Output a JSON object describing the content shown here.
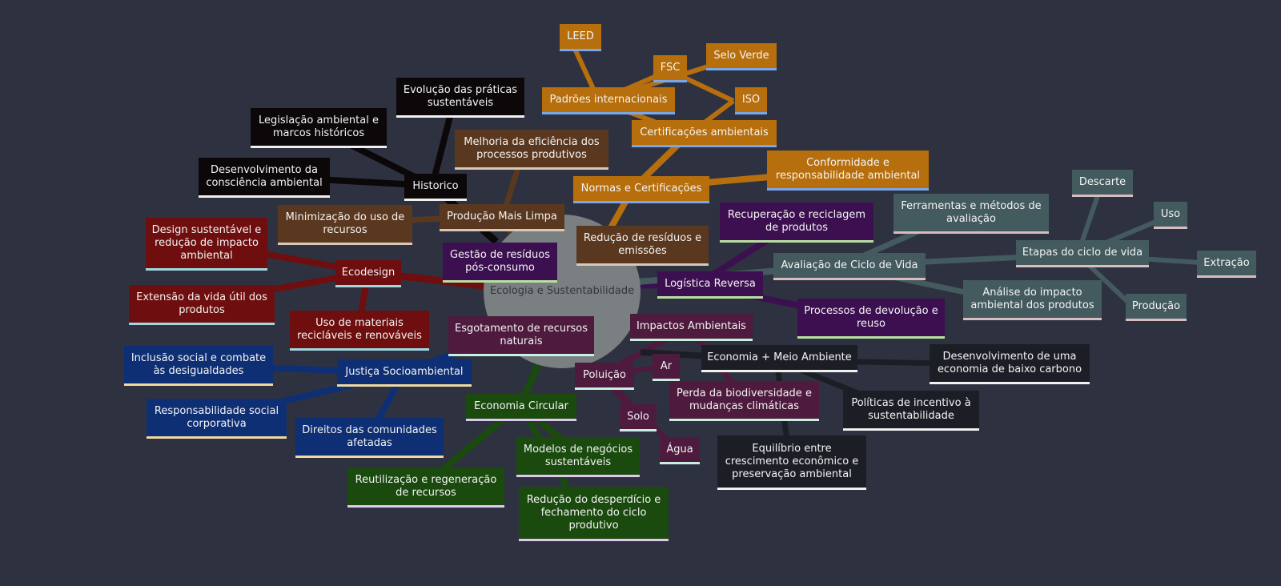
{
  "center": {
    "label": "Ecologia e Sustentabilidade"
  },
  "colors": {
    "background": "#2e3240",
    "center": "#7a7f82",
    "orange": "#b76e0c",
    "brown": "#5a3820",
    "black": "#0c0809",
    "red": "#6e0e0e",
    "purple": "#3c1050",
    "plum": "#4e1a3e",
    "blue": "#0e2f73",
    "green": "#1a4a0e",
    "slate": "#435a5f",
    "navy": "#1c1e26"
  },
  "nodes": {
    "normas": "Normas e Certificações",
    "padroes": "Padrões internacionais",
    "leed": "LEED",
    "fsc": "FSC",
    "selo_verde": "Selo Verde",
    "iso": "ISO",
    "certificacoes": "Certificações ambientais",
    "conformidade": "Conformidade e responsabilidade ambiental",
    "producao_limpa": "Produção Mais Limpa",
    "melhoria": "Melhoria da eficiência dos processos produtivos",
    "minimizacao": "Minimização do uso de recursos",
    "reducao_residuos": "Redução de resíduos e emissões",
    "historico": "Historico",
    "evolucao": "Evolução das práticas sustentáveis",
    "legislacao": "Legislação ambiental e marcos históricos",
    "desenvolvimento_consciencia": "Desenvolvimento da consciência ambiental",
    "ecodesign": "Ecodesign",
    "design_sustentavel": "Design sustentável e redução de impacto ambiental",
    "extensao": "Extensão da vida útil dos produtos",
    "uso_materiais": "Uso de materiais recicláveis e renováveis",
    "logistica": "Logística Reversa",
    "gestao_residuos": "Gestão de resíduos pós-consumo",
    "recuperacao": "Recuperação e reciclagem de produtos",
    "processos_devolucao": "Processos de devolução e reuso",
    "acv": "Avaliação de Ciclo de Vida",
    "ferramentas": "Ferramentas e métodos de avaliação",
    "analise_impacto": "Análise do impacto ambiental dos produtos",
    "etapas": "Etapas do ciclo de vida",
    "descarte": "Descarte",
    "uso": "Uso",
    "extracao": "Extração",
    "producao": "Produção",
    "impactos": "Impactos Ambientais",
    "esgotamento": "Esgotamento de recursos naturais",
    "poluicao": "Poluição",
    "ar": "Ar",
    "solo": "Solo",
    "agua": "Água",
    "perda_biodiversidade": "Perda da biodiversidade e mudanças climáticas",
    "economia_meio": "Economia + Meio Ambiente",
    "baixo_carbono": "Desenvolvimento de uma economia de baixo carbono",
    "politicas": "Políticas de incentivo à sustentabilidade",
    "equilibrio": "Equilíbrio entre crescimento econômico e preservação ambiental",
    "justica": "Justiça Socioambiental",
    "inclusao": "Inclusão social e combate às desigualdades",
    "responsabilidade_social": "Responsabilidade social corporativa",
    "direitos": "Direitos das comunidades afetadas",
    "economia_circular": "Economia Circular",
    "modelos_negocios": "Modelos de negócios sustentáveis",
    "reutilizacao": "Reutilização e regeneração de recursos",
    "reducao_desperdicio": "Redução do desperdício e fechamento do ciclo produtivo"
  }
}
